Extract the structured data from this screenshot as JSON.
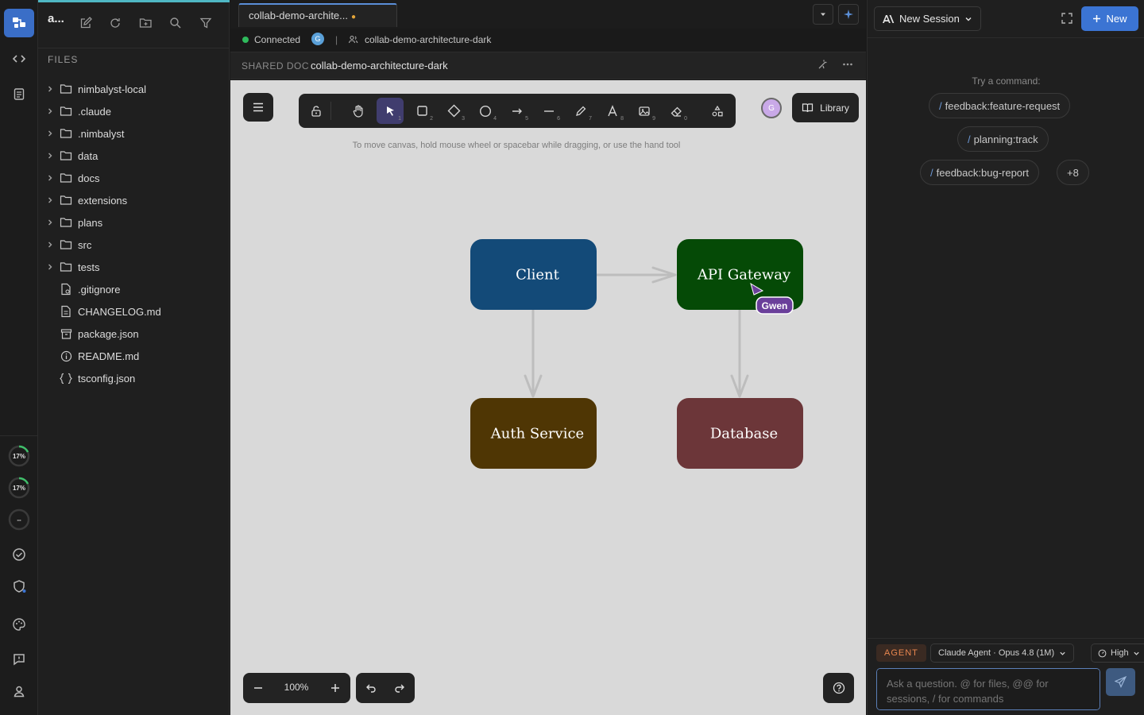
{
  "sidebar": {
    "title": "a...",
    "files_label": "FILES",
    "items": [
      {
        "name": "nimbalyst-local",
        "type": "folder"
      },
      {
        "name": ".claude",
        "type": "folder"
      },
      {
        "name": ".nimbalyst",
        "type": "folder"
      },
      {
        "name": "data",
        "type": "folder"
      },
      {
        "name": "docs",
        "type": "folder"
      },
      {
        "name": "extensions",
        "type": "folder"
      },
      {
        "name": "plans",
        "type": "folder"
      },
      {
        "name": "src",
        "type": "folder"
      },
      {
        "name": "tests",
        "type": "folder"
      },
      {
        "name": ".gitignore",
        "type": "gitignore"
      },
      {
        "name": "CHANGELOG.md",
        "type": "doc"
      },
      {
        "name": "package.json",
        "type": "package"
      },
      {
        "name": "README.md",
        "type": "info"
      },
      {
        "name": "tsconfig.json",
        "type": "braces"
      }
    ]
  },
  "activity": {
    "usage_1": "17%",
    "usage_2": "17%",
    "usage_3": "--"
  },
  "editor": {
    "tab_title": "collab-demo-archite...",
    "tab_dirty": "●",
    "status": "Connected",
    "status_avatar": "G",
    "status_separator": "|",
    "status_doc": "collab-demo-architecture-dark",
    "doc_label": "SHARED DOC",
    "doc_name": "collab-demo-architecture-dark"
  },
  "canvas": {
    "hint": "To move canvas, hold mouse wheel or spacebar while dragging, or use the hand tool",
    "collab_avatar": "G",
    "library_label": "Library",
    "zoom": "100%",
    "tool_keys": [
      "1",
      "2",
      "3",
      "4",
      "5",
      "6",
      "7",
      "8",
      "9",
      "0"
    ],
    "nodes": [
      {
        "label": "Client",
        "fill": "#134a78"
      },
      {
        "label": "API Gateway",
        "fill": "#054a06"
      },
      {
        "label": "Auth Service",
        "fill": "#4f3604"
      },
      {
        "label": "Database",
        "fill": "#6c3639"
      }
    ],
    "cursor_user": "Gwen",
    "cursor_color": "#6a3f9a"
  },
  "assistant": {
    "new_session_label": "New Session",
    "new_label": "New",
    "try_label": "Try a command:",
    "commands": [
      "feedback:feature-request",
      "planning:track",
      "feedback:bug-report"
    ],
    "more_count": "+8",
    "agent_label": "AGENT",
    "model": "Claude Agent · Opus 4.8 (1M)",
    "effort": "High",
    "input_placeholder": "Ask a question. @ for files, @@ for sessions, / for commands"
  },
  "colors": {
    "accent": "#3b74d3",
    "connected": "#2fba5c",
    "sidebar_accent": "#4fb7c4"
  }
}
